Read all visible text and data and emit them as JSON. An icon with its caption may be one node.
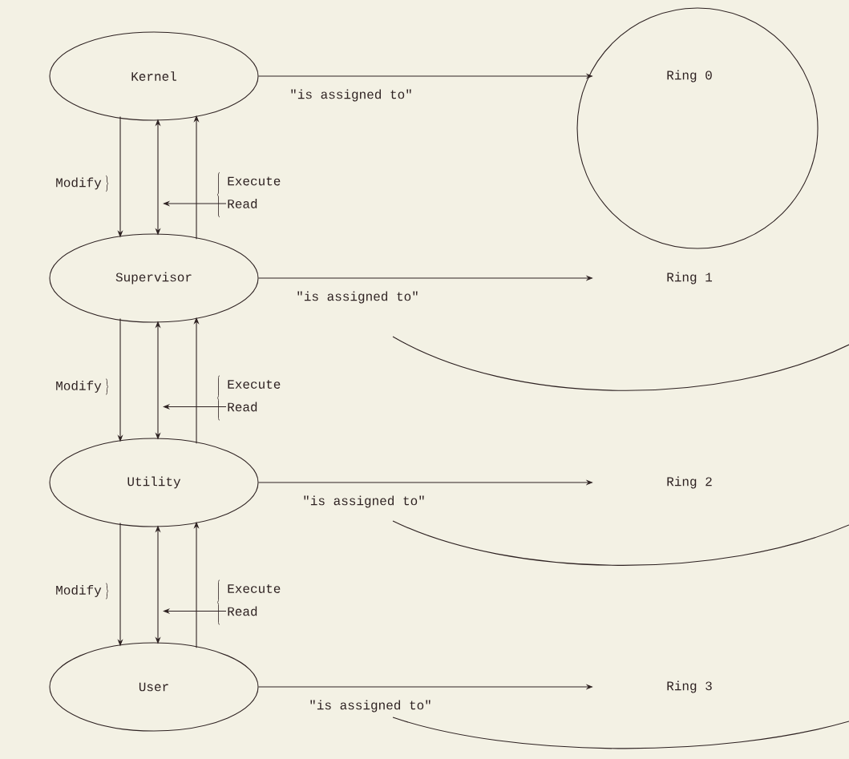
{
  "diagram": {
    "nodes": [
      {
        "text": [
          "Kernel"
        ]
      },
      {
        "text": [
          "Supervisor"
        ]
      },
      {
        "text": [
          "Utility"
        ]
      },
      {
        "text": [
          "User"
        ]
      },
      {
        "text": [
          "Ring 0"
        ]
      },
      {
        "text": [
          "Ring 1"
        ]
      },
      {
        "text": [
          "Ring 2"
        ]
      },
      {
        "text": [
          "Ring 3"
        ]
      },
      {
        "text": [
          "Read"
        ]
      },
      {
        "text": [
          "Read"
        ]
      },
      {
        "text": [
          "Read"
        ]
      }
    ],
    "edges": [
      {
        "from": 0,
        "to": 4,
        "arrow": "to",
        "label": "\"is assigned to\""
      },
      {
        "from": 1,
        "to": 5,
        "arrow": "to",
        "label": "\"is assigned to\""
      },
      {
        "from": 2,
        "to": 6,
        "arrow": "to",
        "label": "\"is assigned to\""
      },
      {
        "from": 3,
        "to": 7,
        "arrow": "to",
        "label": "\"is assigned to\""
      },
      {
        "from": 0,
        "to": 1,
        "arrow": "to",
        "label": "Modify"
      },
      {
        "from": 0,
        "to": 1,
        "arrow": "both"
      },
      {
        "from": 1,
        "to": 0,
        "arrow": "to",
        "label": "Execute"
      },
      {
        "from": 8,
        "to": null,
        "arrow": "to"
      },
      {
        "from": 1,
        "to": 2,
        "arrow": "to",
        "label": "Modify"
      },
      {
        "from": 1,
        "to": 2,
        "arrow": "both"
      },
      {
        "from": 2,
        "to": 1,
        "arrow": "to",
        "label": "Execute"
      },
      {
        "from": 9,
        "to": null,
        "arrow": "to"
      },
      {
        "from": 2,
        "to": 3,
        "arrow": "to",
        "label": "Modify"
      },
      {
        "from": 2,
        "to": 3,
        "arrow": "both"
      },
      {
        "from": 3,
        "to": 2,
        "arrow": "to",
        "label": "Execute"
      },
      {
        "from": 10,
        "to": null,
        "arrow": "to"
      }
    ]
  }
}
